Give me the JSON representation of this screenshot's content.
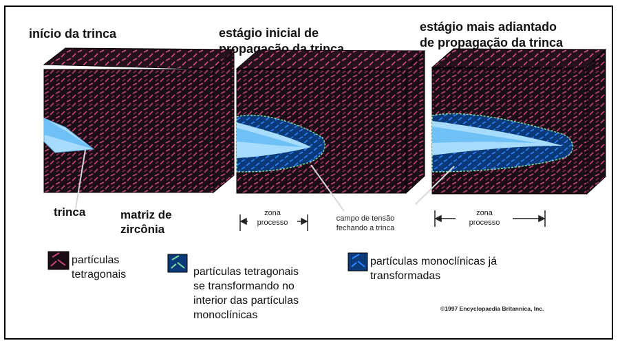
{
  "stages": [
    {
      "title": "início da trinca"
    },
    {
      "title": "estágio inicial de\npropagação da trinca"
    },
    {
      "title": "estágio mais adiantado\nde propagação da trinca"
    }
  ],
  "labels": {
    "crack": "trinca",
    "matrix": "matriz de\nzircônia",
    "process_zone": "zona\nprocesso",
    "stress_field": "campo de tensão\nfechando a trinca"
  },
  "legend": [
    {
      "label": "partículas\ntetragonais"
    },
    {
      "label": "partículas tetragonais\nse transformando no\ninterior das partículas\nmonoclínicas"
    },
    {
      "label": "partículas monoclínicas já\ntransformadas"
    }
  ],
  "credit": "©1997 Encyclopaedia Britannica, Inc.",
  "colors": {
    "matrix_bg": "#1a0d16",
    "tetragonal": "#c8437a",
    "monoclinic": "#1f6fd8",
    "crack": "#a8dcff",
    "transforming": "#7fe0a0"
  }
}
